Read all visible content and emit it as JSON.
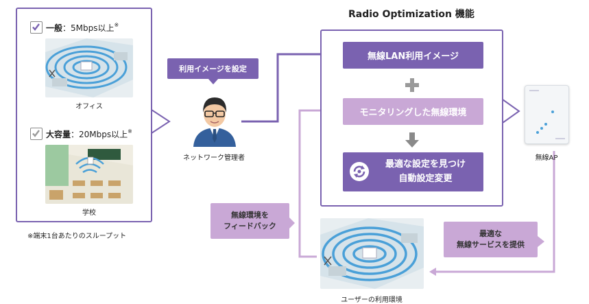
{
  "title": "Radio Optimization 機能",
  "left_panel": {
    "option1": {
      "label_bold": "一般",
      "label_rest": "：5Mbps以上",
      "mark": "※",
      "caption": "オフィス"
    },
    "option2": {
      "label_bold": "大容量",
      "label_rest": "：20Mbps以上",
      "mark": "※",
      "caption": "学校"
    },
    "footnote": "※端末1台あたりのスループット"
  },
  "admin": {
    "bubble": "利用イメージを設定",
    "caption": "ネットワーク管理者"
  },
  "steps": {
    "step1": "無線LAN利用イメージ",
    "plus": "+",
    "step2": "モニタリングした無線環境",
    "step3_line1": "最適な設定を見つけ",
    "step3_line2": "自動設定変更"
  },
  "ap": {
    "caption": "無線AP"
  },
  "feedback": {
    "line1": "無線環境を",
    "line2": "フィードバック"
  },
  "service": {
    "line1": "最適な",
    "line2": "無線サービスを提供"
  },
  "user_env": {
    "caption": "ユーザーの利用環境"
  },
  "colors": {
    "purple": "#7a62b0",
    "lilac": "#c9a8d6",
    "arrow_gray": "#8a8a8a"
  }
}
